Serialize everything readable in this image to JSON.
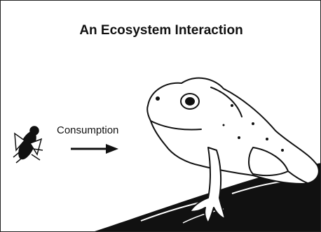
{
  "diagram": {
    "title": "An Ecosystem Interaction",
    "arrow_label": "Consumption",
    "arrow_direction": "right",
    "left_organism_icon": "fly-icon",
    "right_organism_icon": "frog-icon",
    "perch_icon": "branch-icon",
    "ink_color": "#111111",
    "background_color": "#ffffff"
  }
}
